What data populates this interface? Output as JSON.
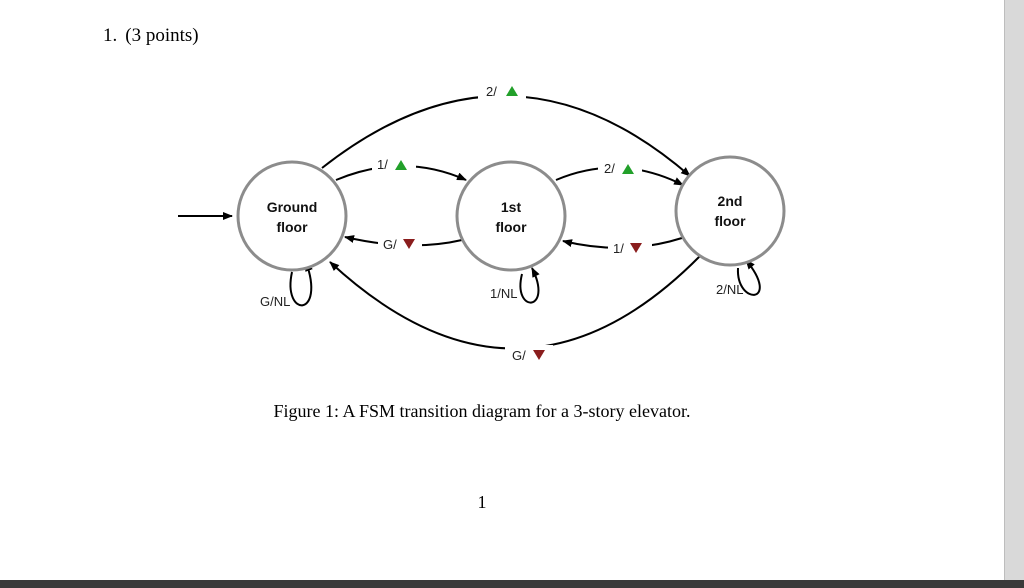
{
  "question": {
    "number": "1.",
    "points": "(3 points)"
  },
  "diagram": {
    "states": [
      {
        "id": "ground",
        "line1": "Ground",
        "line2": "floor"
      },
      {
        "id": "first",
        "line1": "1st",
        "line2": "floor"
      },
      {
        "id": "second",
        "line1": "2nd",
        "line2": "floor"
      }
    ],
    "transitions": [
      {
        "from": "ground",
        "to": "first",
        "input": "1/",
        "output": "up"
      },
      {
        "from": "first",
        "to": "second",
        "input": "2/",
        "output": "up"
      },
      {
        "from": "ground",
        "to": "second",
        "input": "2/",
        "output": "up"
      },
      {
        "from": "first",
        "to": "ground",
        "input": "G/",
        "output": "down"
      },
      {
        "from": "second",
        "to": "first",
        "input": "1/",
        "output": "down"
      },
      {
        "from": "second",
        "to": "ground",
        "input": "G/",
        "output": "down"
      },
      {
        "from": "ground",
        "to": "ground",
        "label": "G/NL"
      },
      {
        "from": "first",
        "to": "first",
        "label": "1/NL"
      },
      {
        "from": "second",
        "to": "second",
        "label": "2/NL"
      }
    ],
    "colors": {
      "up": "#22a02a",
      "down": "#8a1d1d",
      "state_border": "#8c8c8c"
    }
  },
  "caption": "Figure 1: A FSM transition diagram for a 3-story elevator.",
  "page_number": "1"
}
